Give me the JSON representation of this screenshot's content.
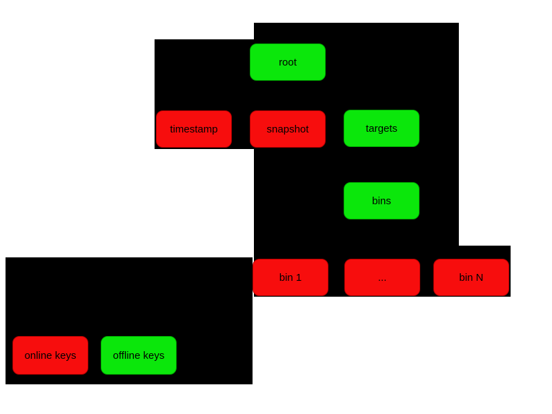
{
  "colors": {
    "online_key_color": "#f70d0d",
    "offline_key_color": "#0be70b",
    "group_background": "#000000",
    "page_background": "#ffffff",
    "label_color": "#000000"
  },
  "nodes": [
    {
      "label": "root",
      "key_type": "offline"
    },
    {
      "label": "timestamp",
      "key_type": "online"
    },
    {
      "label": "snapshot",
      "key_type": "online"
    },
    {
      "label": "targets",
      "key_type": "offline"
    },
    {
      "label": "bins",
      "key_type": "offline"
    },
    {
      "label": "bin 1",
      "key_type": "online"
    },
    {
      "label": "...",
      "key_type": "online"
    },
    {
      "label": "bin N",
      "key_type": "online"
    }
  ],
  "legend": {
    "online": {
      "label": "online keys",
      "key_type": "online"
    },
    "offline": {
      "label": "offline keys",
      "key_type": "offline"
    }
  }
}
